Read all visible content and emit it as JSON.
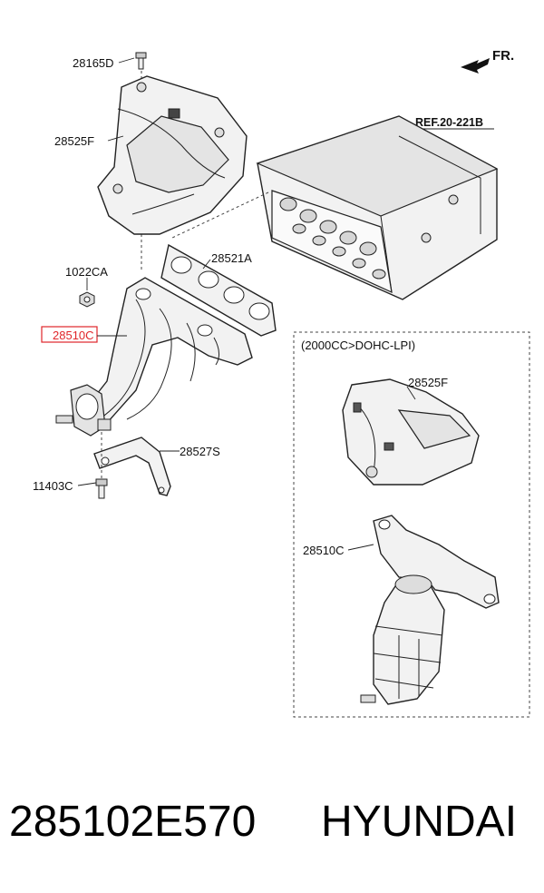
{
  "diagram": {
    "direction_label": "FR.",
    "reference_label": "REF.20-221B",
    "inset_title": "(2000CC>DOHC-LPI)",
    "part_labels": {
      "bolt_top": "28165D",
      "heat_shield": "28525F",
      "nut": "1022CA",
      "gasket": "28521A",
      "manifold_highlighted": "28510C",
      "bracket": "28527S",
      "bolt_bottom": "11403C",
      "inset_heat_shield": "28525F",
      "inset_manifold": "28510C"
    },
    "highlight_color": "#e0262a"
  },
  "footer": {
    "part_number": "285102E570",
    "brand": "HYUNDAI"
  }
}
